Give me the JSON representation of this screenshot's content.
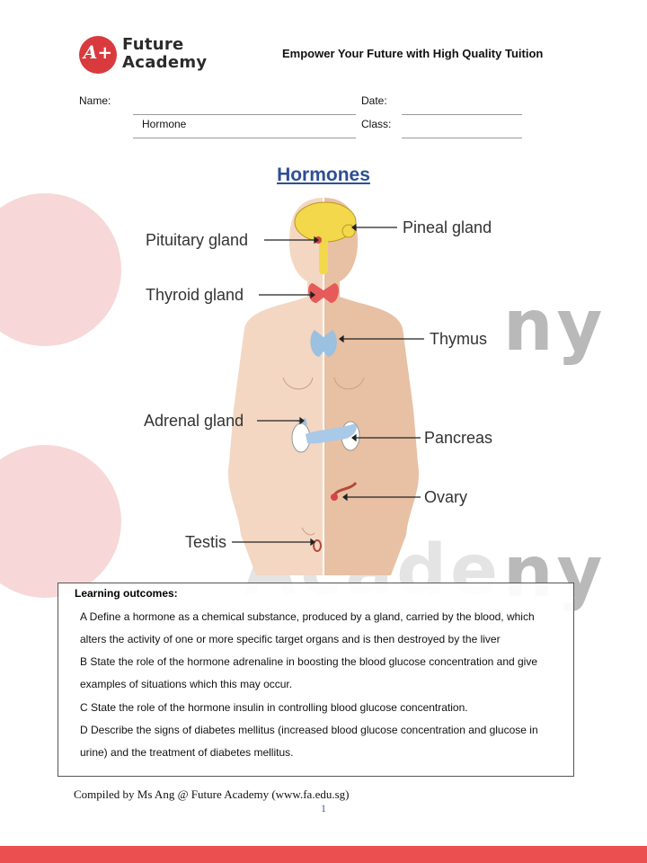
{
  "header": {
    "logo_mark": "A+",
    "logo_line1": "Future",
    "logo_line2": "Academy",
    "tagline": "Empower Your Future with High Quality Tuition"
  },
  "form": {
    "name_label": "Name:",
    "topic_value": "Hormone",
    "date_label": "Date:",
    "class_label": "Class:"
  },
  "title": "Hormones",
  "watermark": {
    "text1": "ny",
    "text2": "ny",
    "text3": "Acade"
  },
  "diagram": {
    "labels": {
      "pituitary": "Pituitary gland",
      "thyroid": "Thyroid gland",
      "pineal": "Pineal gland",
      "thymus": "Thymus",
      "adrenal": "Adrenal gland",
      "pancreas": "Pancreas",
      "ovary": "Ovary",
      "testis": "Testis"
    },
    "colors": {
      "skin": "#f3d7c2",
      "skin_dark": "#e8c0a3",
      "brain": "#f2d84a",
      "thyroid": "#e65a5a",
      "thymus": "#9bc0e0",
      "pancreas": "#a9c9e8"
    }
  },
  "outcomes": {
    "heading": "Learning outcomes:",
    "lines": [
      "A Define a hormone as a chemical substance, produced by a gland, carried by the blood, which",
      "alters the activity of one or more specific target organs and is then destroyed by the liver",
      "B State the role of the hormone adrenaline in boosting the blood glucose concentration and give",
      "examples of situations which this may occur.",
      "C State the role of the hormone insulin in controlling blood glucose concentration.",
      "D Describe the signs of diabetes mellitus (increased blood glucose concentration and glucose in",
      "urine) and the treatment of diabetes mellitus."
    ]
  },
  "footer": {
    "compiled": "Compiled by Ms Ang @ Future Academy (www.fa.edu.sg)",
    "page_number": "1"
  },
  "accent_color": "#ec4f50"
}
